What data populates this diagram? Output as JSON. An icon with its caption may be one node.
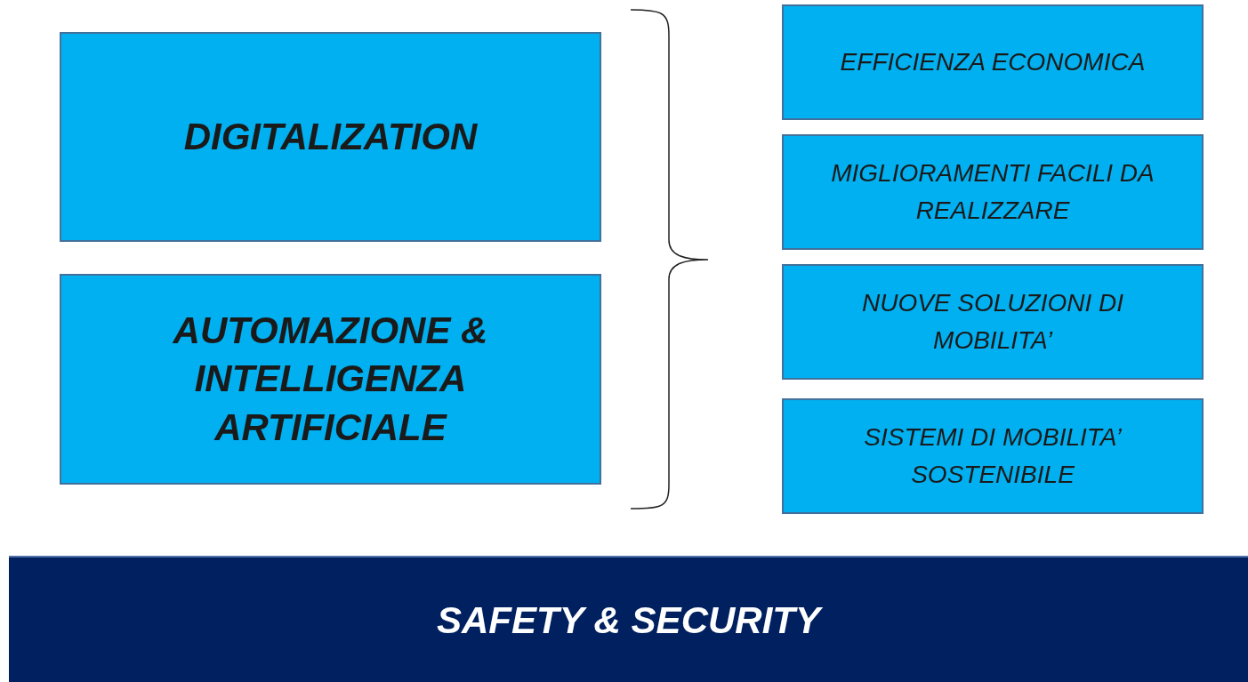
{
  "diagram": {
    "nodes": [
      {
        "text": [
          "DIGITALIZATION"
        ]
      },
      {
        "text": [
          "AUTOMAZIONE & INTELLIGENZA ARTIFICIALE"
        ]
      },
      {
        "text": [
          "EFFICIENZA ECONOMICA"
        ]
      },
      {
        "text": [
          "MIGLIORAMENTI FACILI DA REALIZZARE"
        ]
      },
      {
        "text": [
          "NUOVE SOLUZIONI DI MOBILITA’"
        ]
      },
      {
        "text": [
          "SISTEMI DI MOBILITA’ SOSTENIBILE"
        ]
      },
      {
        "text": [
          "SAFETY & SECURITY"
        ]
      }
    ]
  }
}
